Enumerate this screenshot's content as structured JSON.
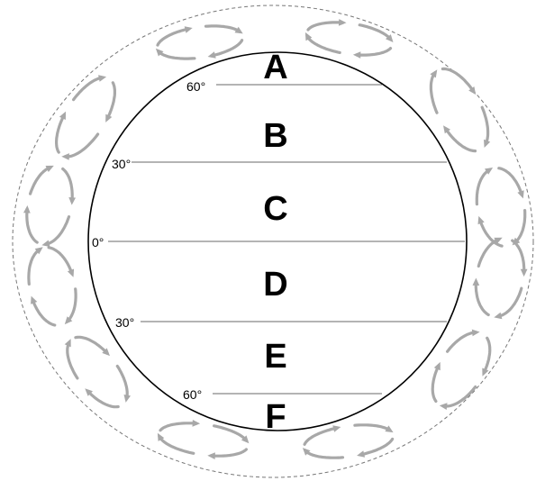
{
  "zones": [
    {
      "letter": "A"
    },
    {
      "letter": "B"
    },
    {
      "letter": "C"
    },
    {
      "letter": "D"
    },
    {
      "letter": "E"
    },
    {
      "letter": "F"
    }
  ],
  "latitudes": [
    {
      "label": "60°",
      "name": "latitude-60-north"
    },
    {
      "label": "30°",
      "name": "latitude-30-north"
    },
    {
      "label": "0°",
      "name": "equator"
    },
    {
      "label": "30°",
      "name": "latitude-30-south"
    },
    {
      "label": "60°",
      "name": "latitude-60-south"
    }
  ],
  "colors": {
    "globe_outline": "#000000",
    "latitude_lines": "#888888",
    "circulation_cells": "#a8a8a8",
    "atmosphere_boundary": "#777777"
  }
}
